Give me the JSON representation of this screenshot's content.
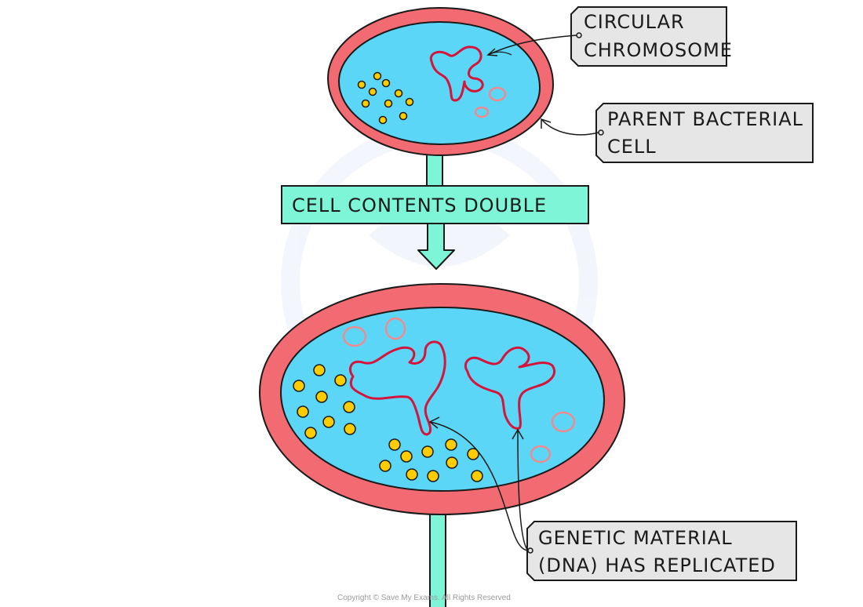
{
  "labels": {
    "circular_chromosome": [
      "CIRCULAR",
      "CHROMOSOME"
    ],
    "parent_cell": [
      "PARENT  BACTERIAL",
      "CELL"
    ],
    "process_step": "CELL  CONTENTS  DOUBLE",
    "dna_replicated": [
      "GENETIC   MATERIAL",
      "(DNA)  HAS   REPLICATED"
    ]
  },
  "copyright": "Copyright © Save My Exams. All Rights Reserved",
  "colors": {
    "cell_wall": "#f26b73",
    "cytoplasm": "#5cd6f7",
    "outline": "#1a1a1a",
    "chromosome": "#d4143a",
    "plasmid": "#f08a8f",
    "ribosome": "#ffcc00",
    "arrow": "#7ef5d6",
    "label_bg": "#e6e6e6"
  }
}
